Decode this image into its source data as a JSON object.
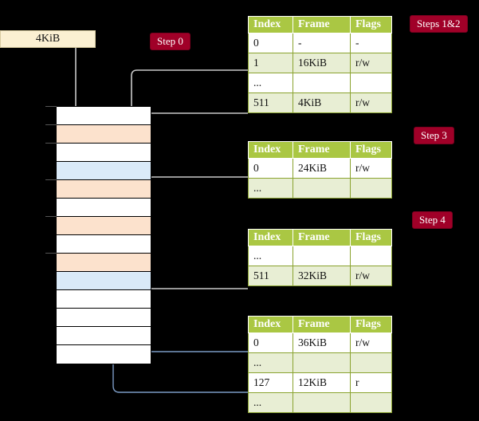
{
  "frame_label": {
    "text": "4KiB"
  },
  "badges": {
    "step0": "Step 0",
    "steps12": "Steps 1&2",
    "step3": "Step 3",
    "step4": "Step 4"
  },
  "table_headers": {
    "index": "Index",
    "frame": "Frame",
    "flags": "Flags"
  },
  "tables": [
    {
      "id": "l4",
      "rows": [
        {
          "index": "0",
          "frame": "-",
          "flags": "-",
          "alt": false,
          "highlight": false
        },
        {
          "index": "1",
          "frame": "16KiB",
          "flags": "r/w",
          "alt": true,
          "highlight": false
        },
        {
          "index": "...",
          "frame": "",
          "flags": "",
          "alt": false,
          "highlight": false
        },
        {
          "index": "511",
          "frame": "4KiB",
          "flags": "r/w",
          "alt": true,
          "highlight": true
        }
      ]
    },
    {
      "id": "l3",
      "rows": [
        {
          "index": "0",
          "frame": "24KiB",
          "flags": "r/w",
          "alt": false,
          "highlight": false
        },
        {
          "index": "...",
          "frame": "",
          "flags": "",
          "alt": true,
          "highlight": false
        }
      ]
    },
    {
      "id": "l2",
      "rows": [
        {
          "index": "...",
          "frame": "",
          "flags": "",
          "alt": false,
          "highlight": false
        },
        {
          "index": "511",
          "frame": "32KiB",
          "flags": "r/w",
          "alt": true,
          "highlight": false
        }
      ]
    },
    {
      "id": "l1",
      "rows": [
        {
          "index": "0",
          "frame": "36KiB",
          "flags": "r/w",
          "alt": false,
          "highlight": false
        },
        {
          "index": "...",
          "frame": "",
          "flags": "",
          "alt": true,
          "highlight": false
        },
        {
          "index": "127",
          "frame": "12KiB",
          "flags": "r",
          "alt": false,
          "highlight": false
        },
        {
          "index": "...",
          "frame": "",
          "flags": "",
          "alt": true,
          "highlight": false
        }
      ]
    }
  ],
  "memory_column": {
    "cells": [
      {
        "fill": "white"
      },
      {
        "fill": "orange"
      },
      {
        "fill": "white"
      },
      {
        "fill": "blue"
      },
      {
        "fill": "orange"
      },
      {
        "fill": "white"
      },
      {
        "fill": "orange"
      },
      {
        "fill": "white"
      },
      {
        "fill": "orange"
      },
      {
        "fill": "blue"
      },
      {
        "fill": "white"
      },
      {
        "fill": "white"
      },
      {
        "fill": "white"
      },
      {
        "fill": "white"
      }
    ]
  },
  "colors": {
    "badge": "#a00028",
    "header_green": "#aac743",
    "row_alt": "#e8eed4",
    "highlight_yellow": "#fafaa0",
    "mem_orange": "#fce2cd",
    "mem_blue": "#daeaf8",
    "frame_cream": "#fbf0d2",
    "wire_gray": "#cccccc",
    "wire_blue": "#7b9bc4"
  }
}
